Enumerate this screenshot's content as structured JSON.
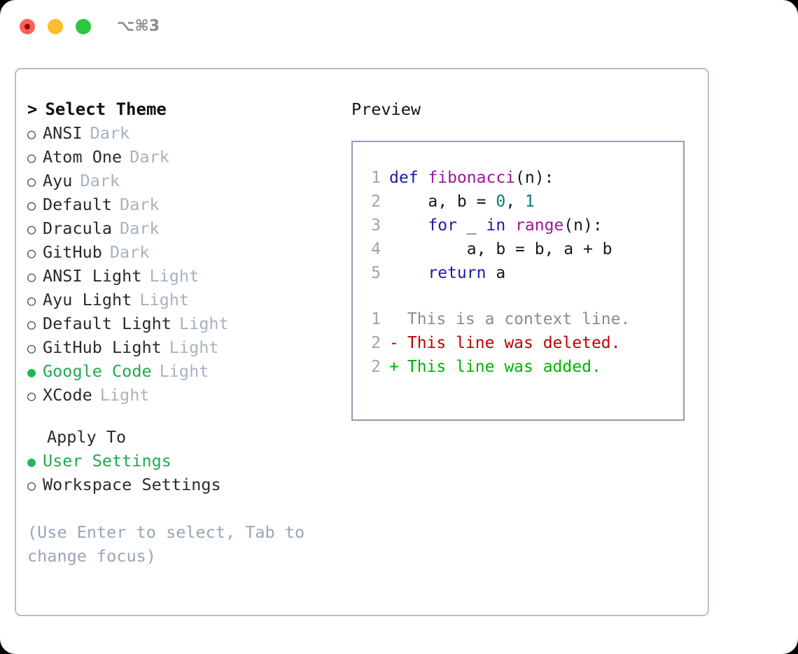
{
  "titlebar": {
    "shortcut": "⌥⌘3",
    "buttons": [
      {
        "name": "close",
        "color": "#ff6057"
      },
      {
        "name": "minimize",
        "color": "#ffbd2e"
      },
      {
        "name": "maximize",
        "color": "#28c840"
      }
    ]
  },
  "theme_picker": {
    "header": "Select Theme",
    "caret": ">",
    "bullet_selected": "●",
    "bullet_unselected": "○",
    "items": [
      {
        "name": "ANSI",
        "kind": "Dark",
        "selected": false
      },
      {
        "name": "Atom One",
        "kind": "Dark",
        "selected": false
      },
      {
        "name": "Ayu",
        "kind": "Dark",
        "selected": false
      },
      {
        "name": "Default",
        "kind": "Dark",
        "selected": false
      },
      {
        "name": "Dracula",
        "kind": "Dark",
        "selected": false
      },
      {
        "name": "GitHub",
        "kind": "Dark",
        "selected": false
      },
      {
        "name": "ANSI Light",
        "kind": "Light",
        "selected": false
      },
      {
        "name": "Ayu Light",
        "kind": "Light",
        "selected": false
      },
      {
        "name": "Default Light",
        "kind": "Light",
        "selected": false
      },
      {
        "name": "GitHub Light",
        "kind": "Light",
        "selected": false
      },
      {
        "name": "Google Code",
        "kind": "Light",
        "selected": true
      },
      {
        "name": "XCode",
        "kind": "Light",
        "selected": false
      }
    ]
  },
  "apply_to": {
    "header": "Apply To",
    "options": [
      {
        "label": "User Settings",
        "selected": true
      },
      {
        "label": "Workspace Settings",
        "selected": false
      }
    ]
  },
  "hint": "(Use Enter to select, Tab to change focus)",
  "preview": {
    "title": "Preview",
    "code_lines": [
      {
        "num": "1",
        "tokens": [
          {
            "t": "def ",
            "c": "kw"
          },
          {
            "t": "fibonacci",
            "c": "fn"
          },
          {
            "t": "(n):",
            "c": "plain"
          }
        ]
      },
      {
        "num": "2",
        "tokens": [
          {
            "t": "    a, b = ",
            "c": "plain"
          },
          {
            "t": "0",
            "c": "num"
          },
          {
            "t": ", ",
            "c": "plain"
          },
          {
            "t": "1",
            "c": "num"
          }
        ]
      },
      {
        "num": "3",
        "tokens": [
          {
            "t": "    ",
            "c": "plain"
          },
          {
            "t": "for",
            "c": "kw"
          },
          {
            "t": " _ ",
            "c": "plain"
          },
          {
            "t": "in",
            "c": "kw"
          },
          {
            "t": " ",
            "c": "plain"
          },
          {
            "t": "range",
            "c": "fn"
          },
          {
            "t": "(n):",
            "c": "plain"
          }
        ]
      },
      {
        "num": "4",
        "tokens": [
          {
            "t": "        a, b = b, a + b",
            "c": "plain"
          }
        ]
      },
      {
        "num": "5",
        "tokens": [
          {
            "t": "    ",
            "c": "plain"
          },
          {
            "t": "return",
            "c": "kw"
          },
          {
            "t": " a",
            "c": "plain"
          }
        ]
      }
    ],
    "diff_lines": [
      {
        "num": "1",
        "sign": " ",
        "text": "This is a context line.",
        "kind": "ctx"
      },
      {
        "num": "2",
        "sign": "-",
        "text": "This line was deleted.",
        "kind": "del"
      },
      {
        "num": "2",
        "sign": "+",
        "text": "This line was added.",
        "kind": "add"
      }
    ]
  },
  "colors": {
    "accent_green": "#22a94f",
    "muted": "#a8b2bf",
    "hint": "#9aa5b5",
    "keyword": "#1a1aa8",
    "function": "#a0159b",
    "number": "#0e7c6b",
    "diff_added": "#00b200",
    "diff_deleted": "#c40000",
    "diff_context": "#8c8c8c",
    "panel_border": "#b7c0cc",
    "preview_border": "#8f9db0"
  }
}
